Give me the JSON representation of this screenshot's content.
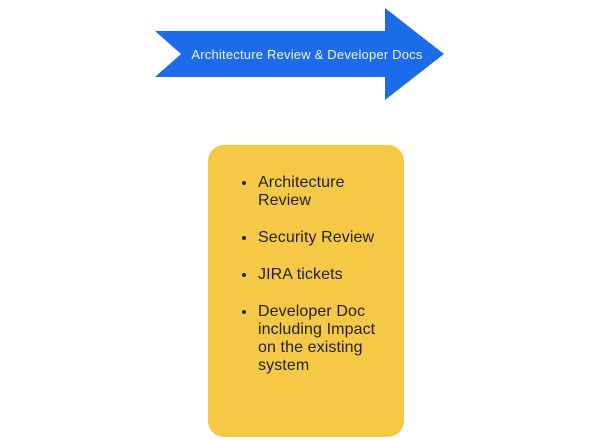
{
  "colors": {
    "background": "#ffffff",
    "arrow_blue": "#1c6be8",
    "arrow_text": "#eff3f8",
    "card_yellow": "#f5c945",
    "card_text": "#212121"
  },
  "arrow": {
    "label": "Architecture Review & Developer Docs"
  },
  "card": {
    "items": [
      "Architecture Review",
      "Security Review",
      "JIRA tickets",
      "Developer Doc including Impact on the existing system"
    ]
  }
}
